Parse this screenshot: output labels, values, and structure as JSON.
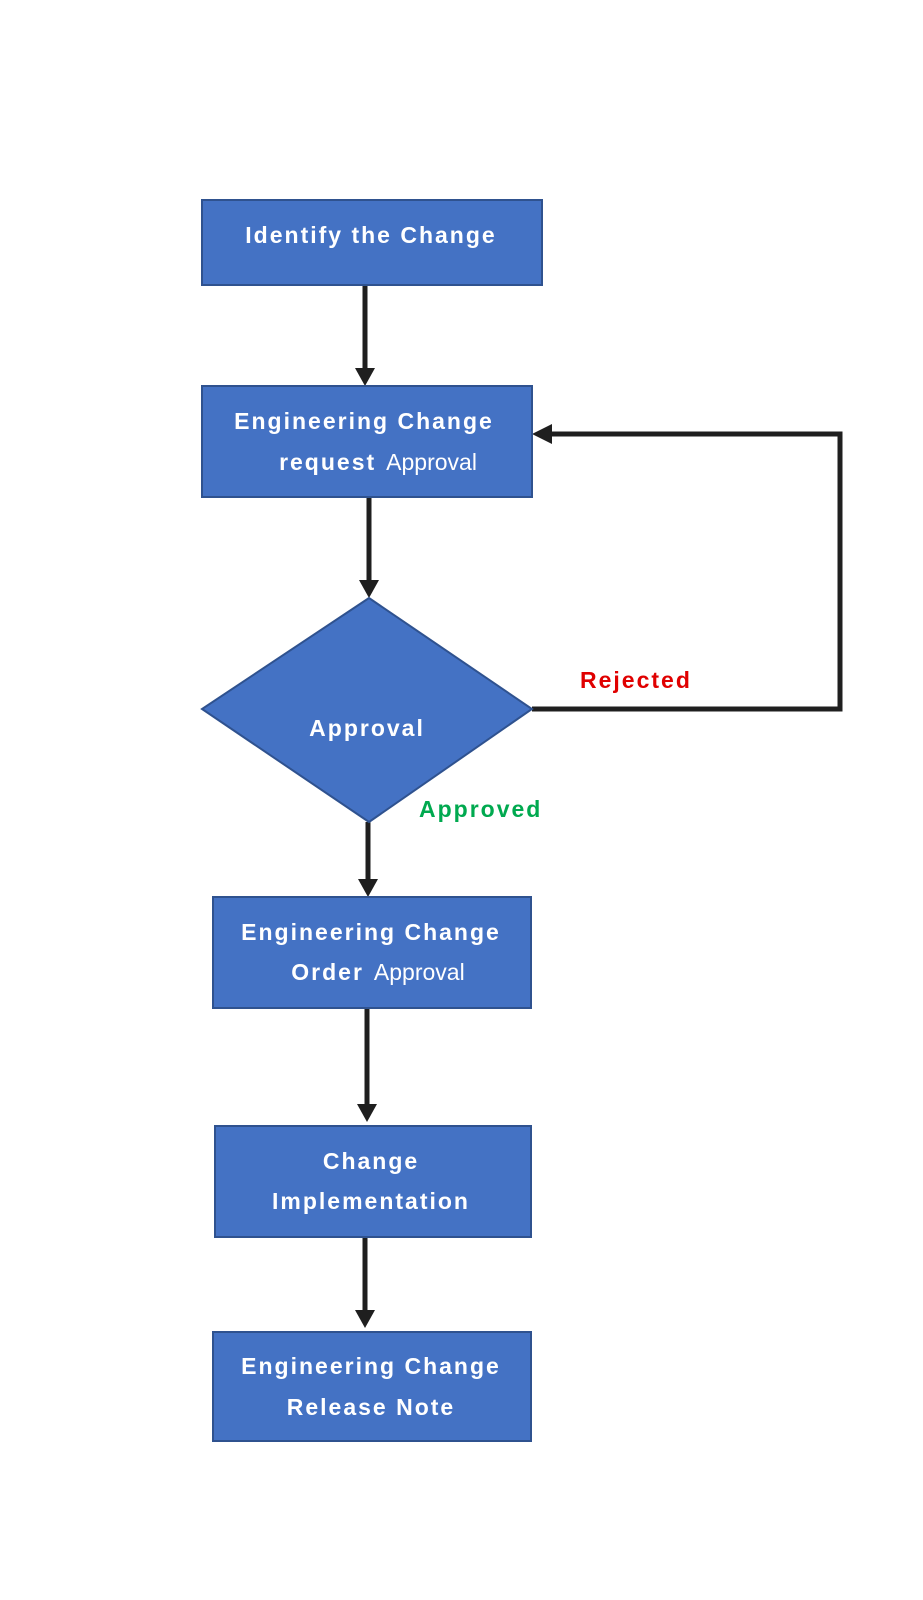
{
  "colors": {
    "node_fill": "#4472c4",
    "node_stroke": "#2f528f",
    "arrow": "#1f1f1f",
    "rejected": "#e00000",
    "approved": "#00a94f",
    "text": "#ffffff"
  },
  "nodes": {
    "identify": {
      "line1": "Identify the Change"
    },
    "ecr": {
      "line1": "Engineering Change",
      "line2_bold": "request",
      "line2_plain": "Approval"
    },
    "decision": {
      "label": "Approval"
    },
    "eco": {
      "line1": "Engineering Change",
      "line2_bold": "Order",
      "line2_plain": "Approval"
    },
    "implementation": {
      "line1": "Change",
      "line2": "Implementation"
    },
    "release": {
      "line1": "Engineering Change",
      "line2": "Release Note"
    }
  },
  "edges": {
    "rejected_label": "Rejected",
    "approved_label": "Approved"
  }
}
